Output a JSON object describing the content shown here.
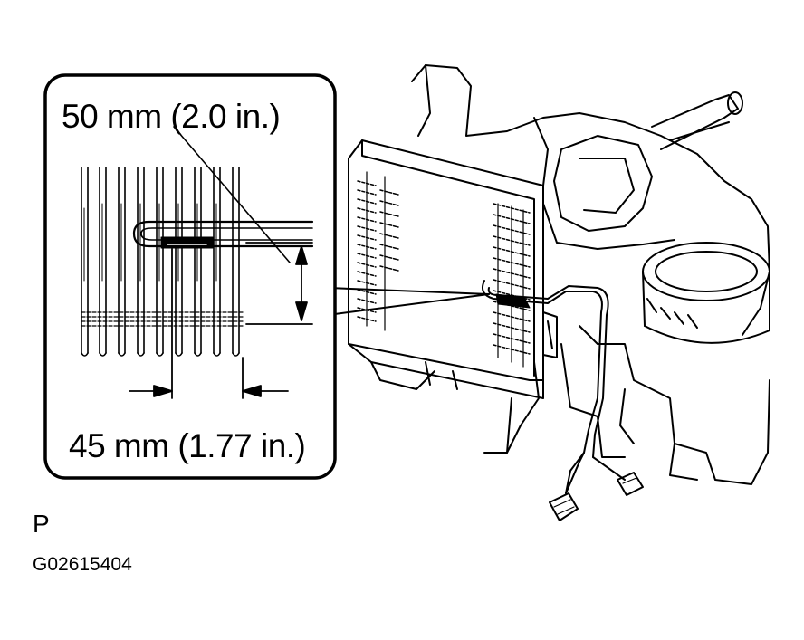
{
  "labels": {
    "dimension_top": "50 mm (2.0 in.)",
    "dimension_bottom": "45 mm (1.77 in.)",
    "view_letter": "P",
    "figure_code": "G02615404"
  },
  "colors": {
    "ink": "#000000",
    "paper": "#ffffff"
  }
}
